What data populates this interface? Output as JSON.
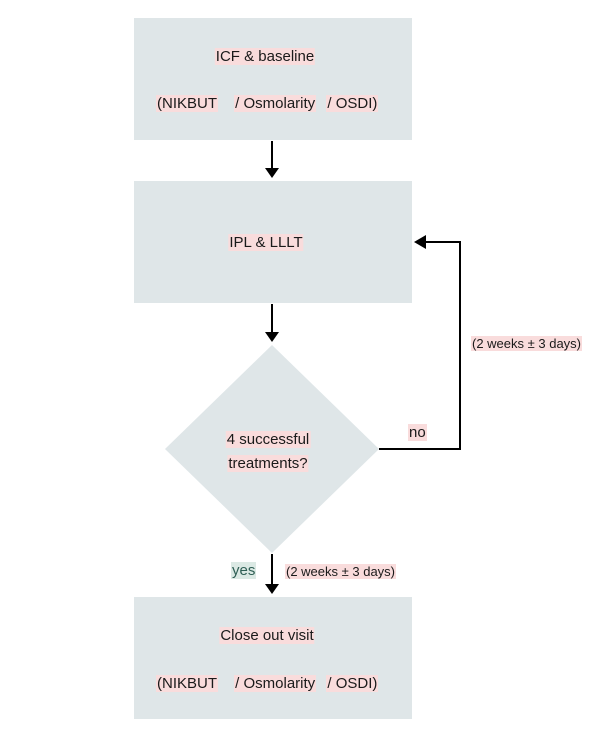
{
  "nodes": {
    "baseline": {
      "title": "ICF & baseline",
      "sub": [
        "(NIKBUT",
        "/ Osmolarity",
        "/ OSDI)"
      ]
    },
    "treatment": {
      "title": "IPL & LLLT"
    },
    "decision": {
      "line1": "4 successful",
      "line2": "treatments?"
    },
    "closeout": {
      "title": "Close out visit",
      "sub": [
        "(NIKBUT",
        "/ Osmolarity",
        "/ OSDI)"
      ]
    }
  },
  "edges": {
    "loop_interval": "(2 weeks ± 3 days)",
    "no_label": "no",
    "yes_label": "yes",
    "yes_interval": "(2 weeks ± 3 days)"
  },
  "colors": {
    "box_fill": "#dfe6e8",
    "label_highlight": "#f9dcdc",
    "yes_highlight": "#dbe9e4",
    "line": "#000000"
  }
}
